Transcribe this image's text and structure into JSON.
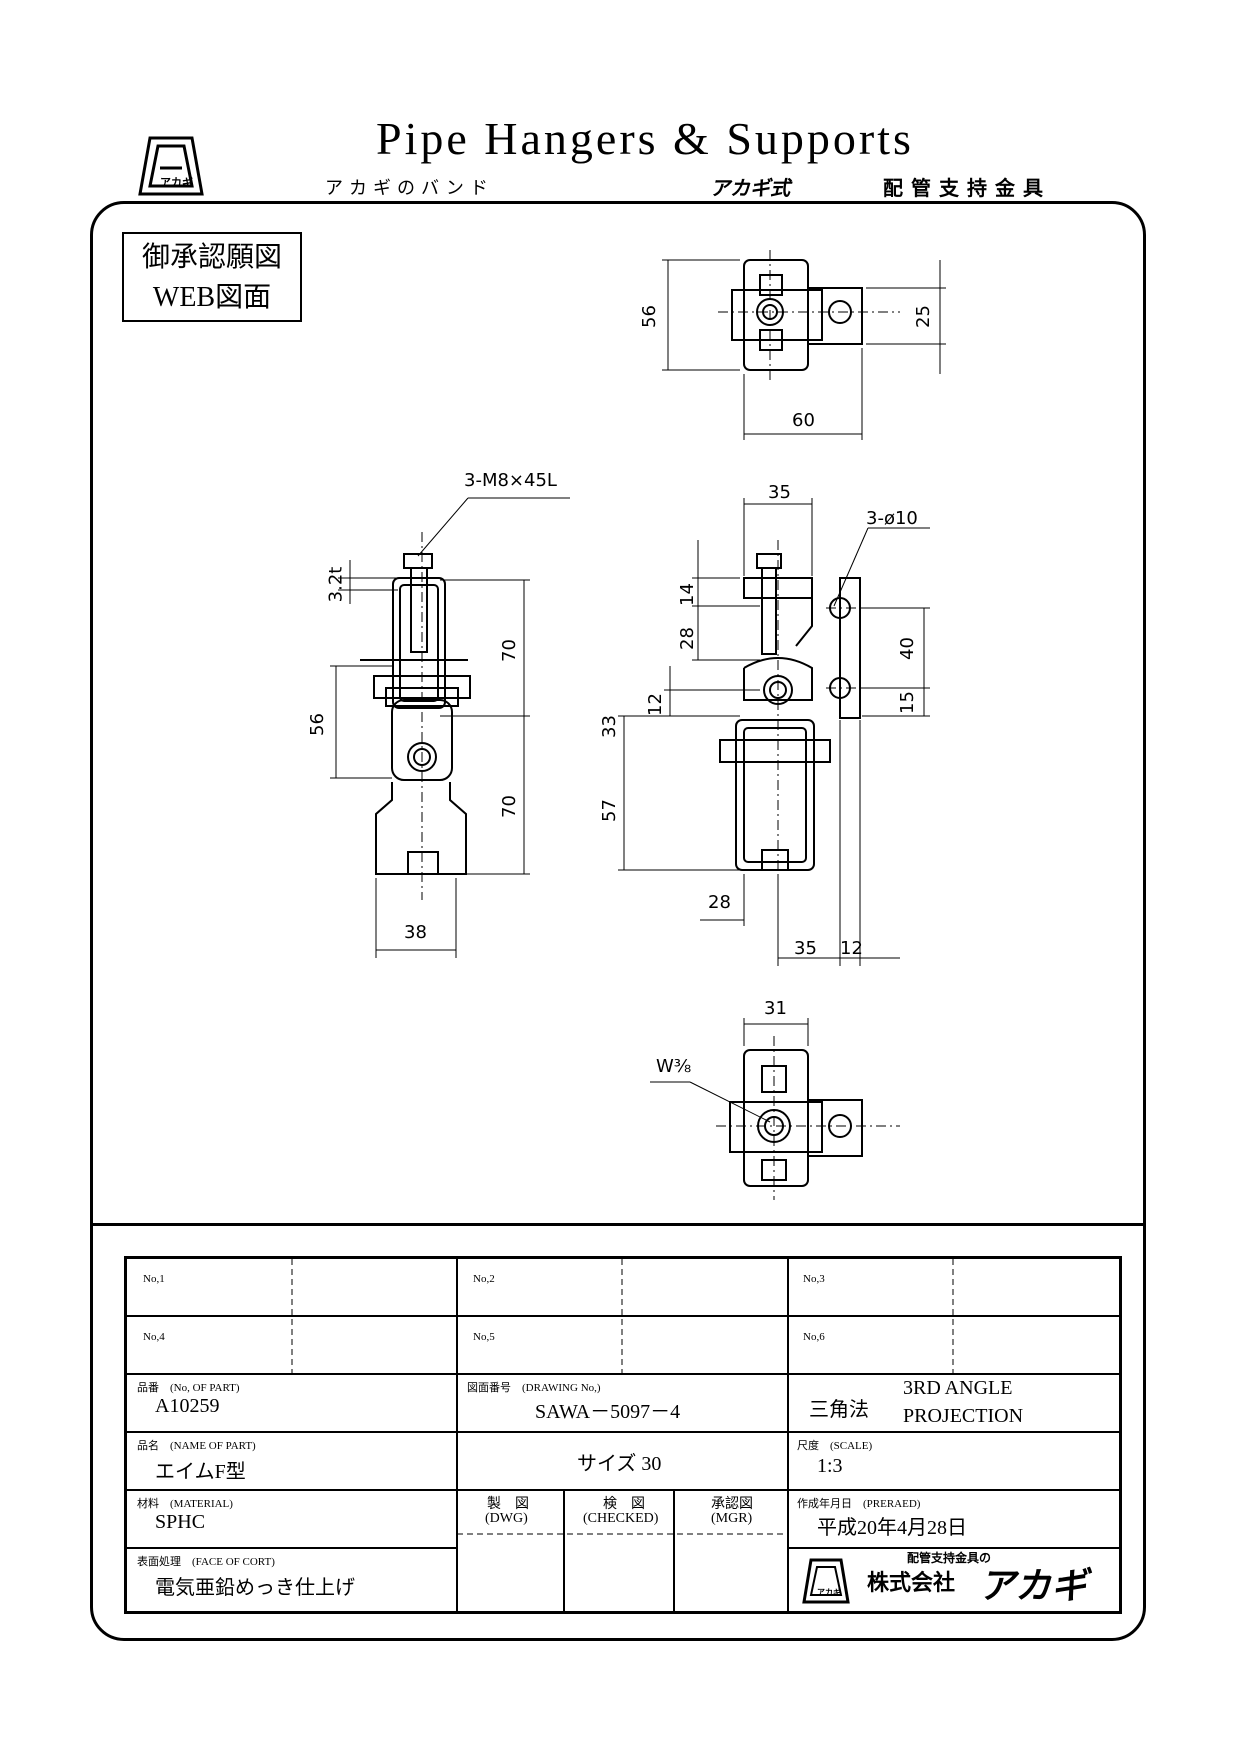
{
  "header": {
    "title": "Pipe Hangers & Supports",
    "subtitle_left": "アカギのバンド",
    "subtitle_brand": "アカギ式",
    "subtitle_right": "配管支持金具",
    "logo_text": "アカギ"
  },
  "approval_box": {
    "line1": "御承認願図",
    "line2": "WEB図面"
  },
  "dimensions": {
    "top_view": {
      "d56": "56",
      "d25": "25",
      "d60": "60"
    },
    "front_view": {
      "bolt": "3-M8×45L",
      "d32t": "3.2t",
      "d70a": "70",
      "d56": "56",
      "d70b": "70",
      "d38": "38"
    },
    "side_view": {
      "d35": "35",
      "hole": "3-ø10",
      "d14": "14",
      "d28": "28",
      "d40": "40",
      "d12": "12",
      "d15": "15",
      "d33": "33",
      "d57": "57",
      "d28b": "28",
      "d35b": "35",
      "d12b": "12"
    },
    "bottom_view": {
      "d31": "31",
      "thread": "W⅜"
    }
  },
  "title_block": {
    "no1": "No,1",
    "no2": "No,2",
    "no3": "No,3",
    "no4": "No,4",
    "no5": "No,5",
    "no6": "No,6",
    "part_no_label": "品番　(No, OF PART)",
    "part_no": "A10259",
    "drawing_no_label": "図面番号　(DRAWING No,)",
    "drawing_no": "SAWA－5097－4",
    "projection_jp": "三角法",
    "projection_en1": "3RD  ANGLE",
    "projection_en2": "PROJECTION",
    "name_label": "品名　(NAME OF PART)",
    "name": "エイムF型",
    "size": "サイズ  30",
    "scale_label": "尺度　(SCALE)",
    "scale": "1:3",
    "material_label": "材料　(MATERIAL)",
    "material": "SPHC",
    "dwg_jp": "製　図",
    "dwg_en": "(DWG)",
    "checked_jp": "検　図",
    "checked_en": "(CHECKED)",
    "mgr_jp": "承認図",
    "mgr_en": "(MGR)",
    "date_label": "作成年月日　(PRERAED)",
    "date": "平成20年4月28日",
    "finish_label": "表面処理　(FACE OF CORT)",
    "finish": "電気亜鉛めっき仕上げ",
    "company_small": "配管支持金具の",
    "company_big": "株式会社",
    "company_name": "アカギ",
    "company_logo": "アカギ"
  }
}
